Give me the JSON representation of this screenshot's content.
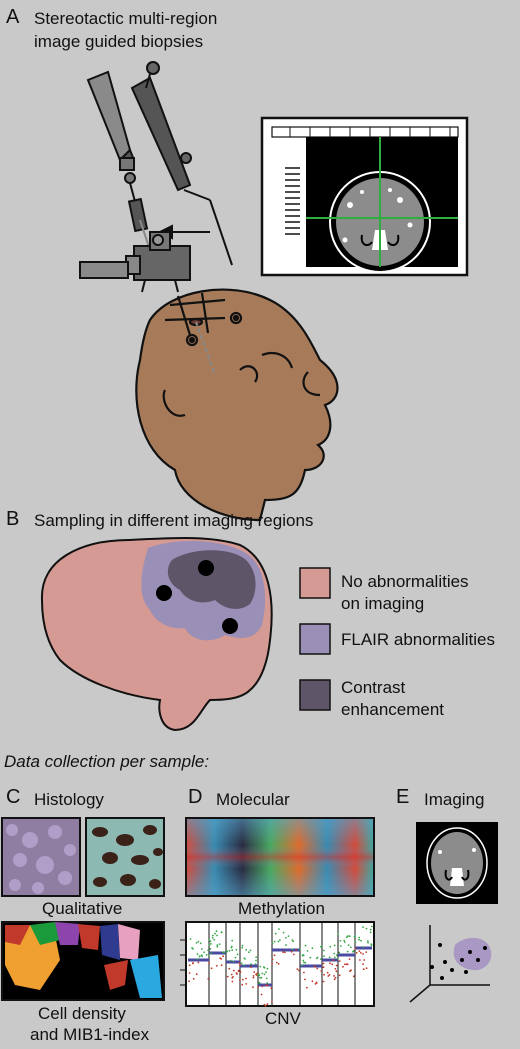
{
  "panelA": {
    "letter": "A",
    "title_line1": "Stereotactic multi-region",
    "title_line2": "image guided biopsies"
  },
  "panelB": {
    "letter": "B",
    "title": "Sampling in different imaging regions",
    "legend": [
      {
        "label_line1": "No abnormalities",
        "label_line2": "on imaging",
        "color": "#d49a93"
      },
      {
        "label_line1": "FLAIR abnormalities",
        "label_line2": "",
        "color": "#9a8fb6"
      },
      {
        "label_line1": "Contrast",
        "label_line2": "enhancement",
        "color": "#5f5568"
      }
    ]
  },
  "data_collection_heading": "Data collection per sample:",
  "panelC": {
    "letter": "C",
    "title": "Histology",
    "caption1": "Qualitative",
    "caption2_line1": "Cell density",
    "caption2_line2": "and MIB1-index"
  },
  "panelD": {
    "letter": "D",
    "title": "Molecular",
    "caption1": "Methylation",
    "caption2": "CNV"
  },
  "panelE": {
    "letter": "E",
    "title": "Imaging"
  },
  "colors": {
    "background": "#c9c9c9",
    "skin": "#a77b5a",
    "green_crosshair": "#2fae3f",
    "flair": "#9a8fb6",
    "contrast": "#5f5568",
    "normal": "#d49a93"
  }
}
